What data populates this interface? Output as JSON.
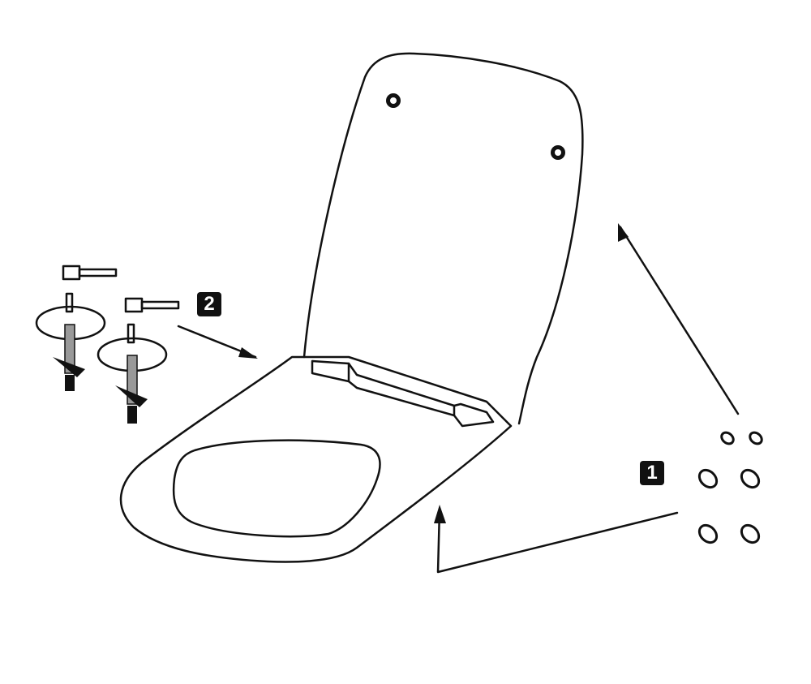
{
  "diagram": {
    "callouts": [
      {
        "label": "1",
        "part": "bumpers"
      },
      {
        "label": "2",
        "part": "hinge-fixings"
      }
    ],
    "colors": {
      "line": "#111111",
      "background": "#ffffff",
      "bolt": "#9a9a9a"
    }
  }
}
